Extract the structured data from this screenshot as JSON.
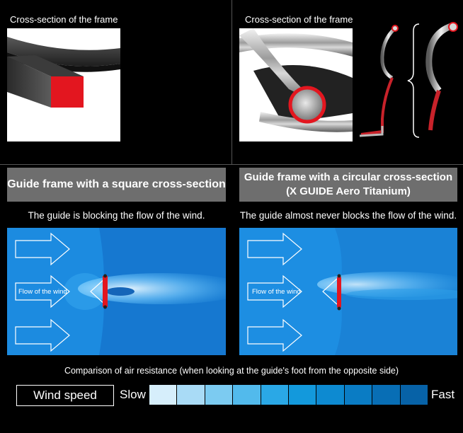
{
  "top": {
    "left_label": "Cross-section of the frame",
    "right_label": "Cross-section of the frame"
  },
  "panels": {
    "left": {
      "title_lines": [
        "Guide frame with a square cross-section"
      ],
      "description": "The guide is blocking the flow of the wind.",
      "flow_label": "Flow of the wind"
    },
    "right": {
      "title_lines": [
        "Guide frame with a circular cross-section",
        "(X GUIDE Aero Titanium)"
      ],
      "description": "The guide almost never blocks the flow of the wind.",
      "flow_label": "Flow of the wind"
    }
  },
  "caption": "Comparison of air resistance (when looking at the guide's foot from the opposite side)",
  "legend": {
    "label": "Wind speed",
    "slow": "Slow",
    "fast": "Fast",
    "colors": [
      "#d6eefb",
      "#a9dbf6",
      "#7ccbf1",
      "#52baec",
      "#2aa8e6",
      "#1399dc",
      "#0d8ad1",
      "#0a7cc4",
      "#086eb5",
      "#0762a7"
    ]
  },
  "colors": {
    "frame_red": "#e3161f",
    "header_gray": "#6e6e6e",
    "flow_blue": "#1e8fe0"
  }
}
